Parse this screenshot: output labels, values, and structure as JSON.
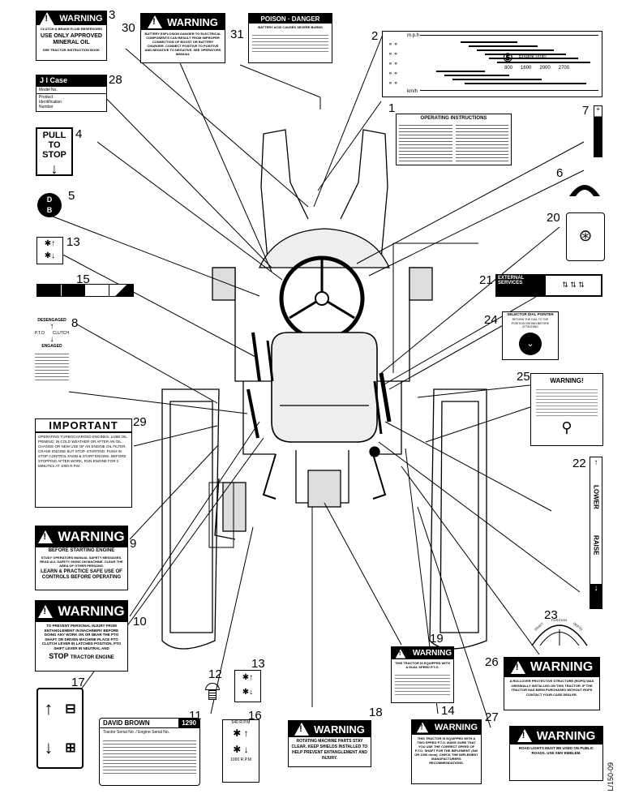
{
  "callouts": [
    "1",
    "2",
    "3",
    "4",
    "5",
    "6",
    "7",
    "8",
    "9",
    "10",
    "11",
    "12",
    "13",
    "13",
    "14",
    "15",
    "16",
    "17",
    "18",
    "19",
    "20",
    "21",
    "22",
    "23",
    "24",
    "25",
    "26",
    "27",
    "28",
    "29",
    "30",
    "31"
  ],
  "decal3": {
    "title": "WARNING",
    "line1": "CLUTCH & BRAKE FLUID RESERVOIRS",
    "line2": "USE ONLY APPROVED",
    "line3": "MINERAL OIL",
    "line4": "SEE TRACTOR INSTRUCTION BOOK"
  },
  "decal30": {
    "title": "WARNING",
    "body": "BATTERY EXPLOSION DANGER TO ELECTRICAL COMPONENTS CAN RESULT FROM IMPROPER CONNECTION OF BOOST OR BATTERY CHARGER. CONNECT POSITIVE TO POSITIVE AND NEGATIVE TO NEGATIVE. SEE OPERATORS MANUAL"
  },
  "decal31": {
    "title": "POISON · DANGER",
    "body": "BATTERY ACID CAUSES SEVERE BURNS"
  },
  "decal28": {
    "brand": "J I Case",
    "row1": "Model No.",
    "row2": "Product Identification Number"
  },
  "decal4": {
    "line1": "PULL TO",
    "line2": "STOP"
  },
  "decal5": {
    "d": "D",
    "b": "B"
  },
  "decal2": {
    "mph": "m.p.h",
    "kmh": "km/h",
    "engine": "Engine r/min",
    "rpm1": "800",
    "rpm2": "1600",
    "rpm3": "2000",
    "rpm4": "2700"
  },
  "decal1": {
    "title": "OPERATING INSTRUCTIONS"
  },
  "decal8": {
    "top": "DESENGAGED",
    "pto": "P.T.O",
    "clutch": "CLUTCH",
    "bottom": "ENGAGED"
  },
  "decal29": {
    "title": "IMPORTANT",
    "body": "OPERATING TURBOCHARGED ENGINES. LUBE OIL PRIMING: IN COLD WEATHER OR AFTER AN OIL CHANGE OR NEW USE OF AN ENGINE OIL FILTER, CRANK ENGINE BUT STOP. STARTING: PUSH IN STOP CONTROL KNOB & START ENGINE. BEFORE STOPPING AFTER WORK, RUN ENGINE FOR 2 MINUTES AT 1000 R.P.M."
  },
  "decal9": {
    "title": "WARNING",
    "h": "BEFORE STARTING ENGINE",
    "body": "STUDY OPERATORS MANUAL SAFETY MESSAGES. READ ALL SAFETY SIGNS ON MACHINE. CLEAR THE AREA OF OTHER PERSONS.",
    "foot": "LEARN & PRACTICE SAFE USE OF CONTROLS BEFORE OPERATING"
  },
  "decal10": {
    "title": "WARNING",
    "body": "TO PREVENT PERSONAL INJURY FROM ENTANGLEMENT IN MACHINERY BEFORE DOING ANY WORK ON OR NEAR THE PTO SHAFT OR DRIVEN MACHINE PLACE PTO CLUTCH LEVER IN LATCHED POSITION, PTO SHIFT LEVER IN NEUTRAL AND",
    "stop": "STOP",
    "tail": "TRACTOR ENGINE"
  },
  "decal11": {
    "brand": "DAVID BROWN",
    "model": "1290",
    "body": "Tractor Serial No. / Engine Serial No."
  },
  "decal18": {
    "title": "WARNING",
    "body": "ROTATING MACHINE PARTS STAY CLEAR. KEEP SHIELDS INSTALLED TO HELP PREVENT ENTANGLEMENT AND INJURY."
  },
  "decal19": {
    "title": "WARNING",
    "body": "THIS TRACTOR IS EQUIPPED WITH A DUAL SPEED P.T.O."
  },
  "decal14": {
    "title": "WARNING",
    "body": "THIS TRACTOR IS EQUIPPED WITH A TWO SPEED P.T.O. MAKE SURE THAT YOU USE THE CORRECT SPEED OF P.T.O. SHAFT FOR THE IMPLEMENT (540 OR 1000 r/min). CHECK THE IMPLEMENT MANUFACTURERS RECOMMENDATIONS."
  },
  "decal21": {
    "title": "EXTERNAL SERVICES"
  },
  "decal24": {
    "title": "SELECTOR DIAL POINTER",
    "body": "RETURN THE DIAL TO THE POSITION SHOWN BEFORE ATTACHING"
  },
  "decal25": {
    "title": "WARNING!"
  },
  "decal22": {
    "lower": "LOWER",
    "raise": "RAISE"
  },
  "decal23": {
    "a": "DRAFT",
    "b": "POSITION",
    "c": "DEPTH"
  },
  "decal26": {
    "title": "WARNING",
    "body": "A ROLLOVER PROTECTIVE STRUCTURE (ROPS) WAS ORIGINALLY INSTALLED ON THIS TRACTOR. IF THE TRACTOR HAS BEEN PURCHASED WITHOUT ROPS CONTACT YOUR CASE DEALER."
  },
  "decal27": {
    "title": "WARNING",
    "body": "ROAD LIGHTS MUST BE USED ON PUBLIC ROADS. USE SMV EMBLEM."
  },
  "decal16": {
    "a": "540 R.P.M",
    "b": "1000 R.P.M"
  },
  "ref": "L/150-09"
}
